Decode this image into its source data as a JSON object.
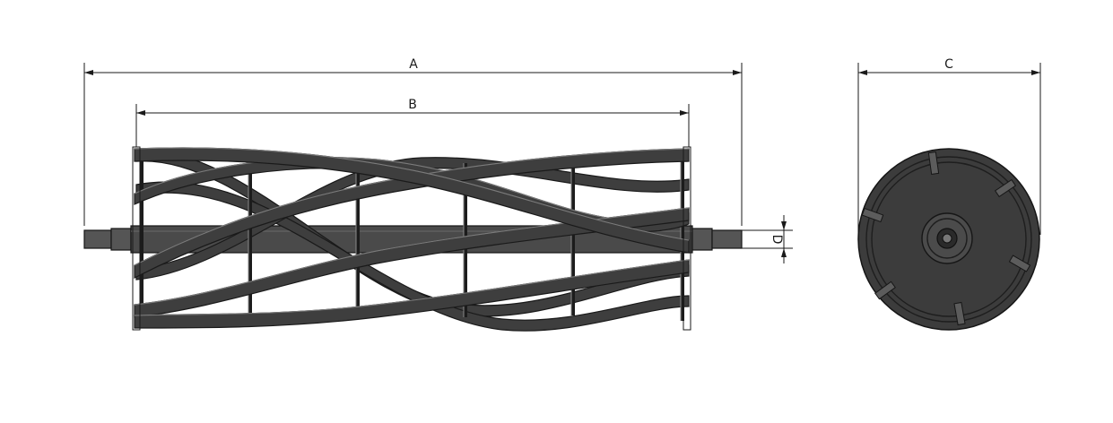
{
  "drawing": {
    "dimensions": {
      "a": "A",
      "b": "B",
      "c": "C",
      "d": "D"
    }
  }
}
